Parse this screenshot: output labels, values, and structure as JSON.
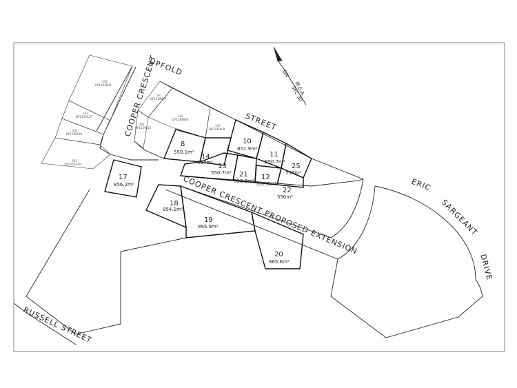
{
  "streets": {
    "upfold": "UPFOLD",
    "street": "STREET",
    "cooper_crescent": "COOPER CRESCENT",
    "proposed_extension": "COOPER CRESCENT PROPOSED EXTENSION",
    "eric": "ERIC",
    "sargeant": "SARGEANT",
    "drive": "DRIVE",
    "russell": "RUSSELL STREET"
  },
  "north": {
    "gn": "GN",
    "mga": "M.G.A.",
    "sec": "SEC 30"
  },
  "existing_lots": [
    {
      "number": "101",
      "dp": "DP1184806"
    },
    {
      "number": "103",
      "dp": "DP1139427"
    },
    {
      "number": "201",
      "dp": "DP1106540"
    },
    {
      "number": "202",
      "dp": "DP1106540"
    },
    {
      "number": "301",
      "dp": "DP1139473"
    },
    {
      "number": "302",
      "dp": "DP1139422"
    },
    {
      "number": "102",
      "dp": "DP1184806"
    },
    {
      "number": "103",
      "dp": "DP1194809"
    }
  ],
  "lots": [
    {
      "number": "8",
      "area": "550.1m²"
    },
    {
      "number": "14",
      "area": "554m²"
    },
    {
      "number": "10",
      "area": "851.9m²"
    },
    {
      "number": "11",
      "area": "550.7m²"
    },
    {
      "number": "25",
      "area": "557m²"
    },
    {
      "number": "13",
      "area": "550.7m²"
    },
    {
      "number": "21",
      "area": "550.8m²"
    },
    {
      "number": "12",
      "area": "552.8m²"
    },
    {
      "number": "22",
      "area": "550m²"
    },
    {
      "number": "17",
      "area": "856.2m²"
    },
    {
      "number": "18",
      "area": "854.1m²"
    },
    {
      "number": "19",
      "area": "895.9m²"
    },
    {
      "number": "20",
      "area": "865.6m²"
    }
  ]
}
